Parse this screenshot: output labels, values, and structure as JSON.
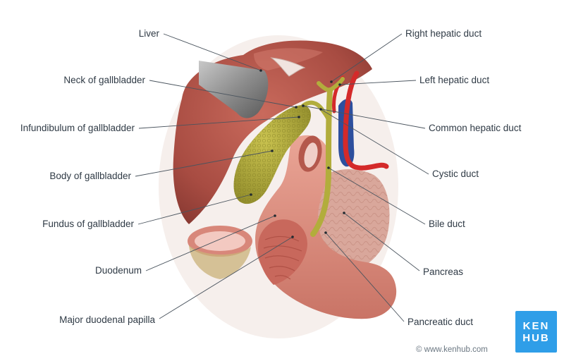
{
  "labels": {
    "liver": "Liver",
    "neck_of_gallbladder": "Neck of gallbladder",
    "infundibulum_of_gallbladder": "Infundibulum of gallbladder",
    "body_of_gallbladder": "Body of gallbladder",
    "fundus_of_gallbladder": "Fundus of gallbladder",
    "duodenum": "Duodenum",
    "major_duodenal_papilla": "Major duodenal papilla",
    "right_hepatic_duct": "Right hepatic duct",
    "left_hepatic_duct": "Left hepatic duct",
    "common_hepatic_duct": "Common hepatic duct",
    "cystic_duct": "Cystic duct",
    "bile_duct": "Bile duct",
    "pancreas": "Pancreas",
    "pancreatic_duct": "Pancreatic duct"
  },
  "logo": {
    "line1": "KEN",
    "line2": "HUB"
  },
  "copyright": "© www.kenhub.com",
  "colors": {
    "liver": "#b85a4e",
    "gallbladder": "#b2ad3c",
    "duodenum": "#e0968a",
    "pancreas": "#d9a79b",
    "artery": "#d42a2a",
    "vein": "#2d4f9e",
    "leader_line": "#4a545e",
    "brand": "#2f9ee8"
  }
}
